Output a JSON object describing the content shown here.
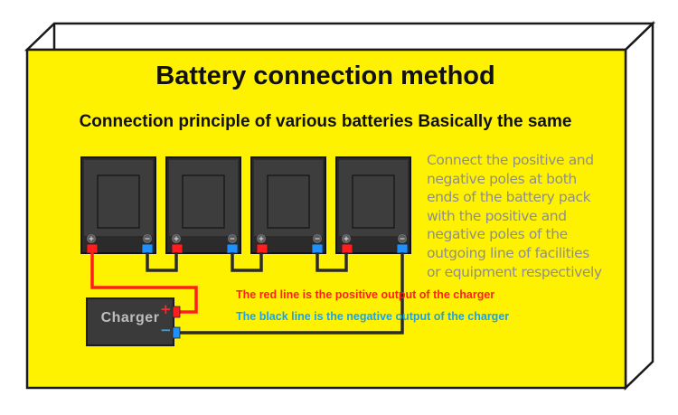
{
  "title": "Battery connection method",
  "subtitle": "Connection principle of various batteries Basically the same",
  "description_lines": [
    "Connect the positive and",
    "negative poles at  both",
    "ends of the battery  pack",
    "with  the  positive  and",
    "negative  poles  of  the",
    "outgoing line of facilities",
    "or equipment respectively"
  ],
  "notes": {
    "red": "The  red  line  is  the  positive output of the charger",
    "black": "The black line is the negative output of the charger"
  },
  "charger": {
    "label": "Charger",
    "plus": "+",
    "minus": "−"
  },
  "batteries": [
    {
      "positive_icon": "plus-icon",
      "negative_icon": "minus-icon"
    },
    {
      "positive_icon": "plus-icon",
      "negative_icon": "minus-icon"
    },
    {
      "positive_icon": "plus-icon",
      "negative_icon": "minus-icon"
    },
    {
      "positive_icon": "plus-icon",
      "negative_icon": "minus-icon"
    }
  ],
  "colors": {
    "panel": "#fff200",
    "battery_body": "#2b2b2b",
    "positive_terminal": "#ff1d1d",
    "negative_terminal": "#1e90ff",
    "red_wire": "#ff1d1d",
    "black_wire": "#2b2b2b",
    "red_note": "#ff2020",
    "blue_note": "#1aa3e8"
  }
}
